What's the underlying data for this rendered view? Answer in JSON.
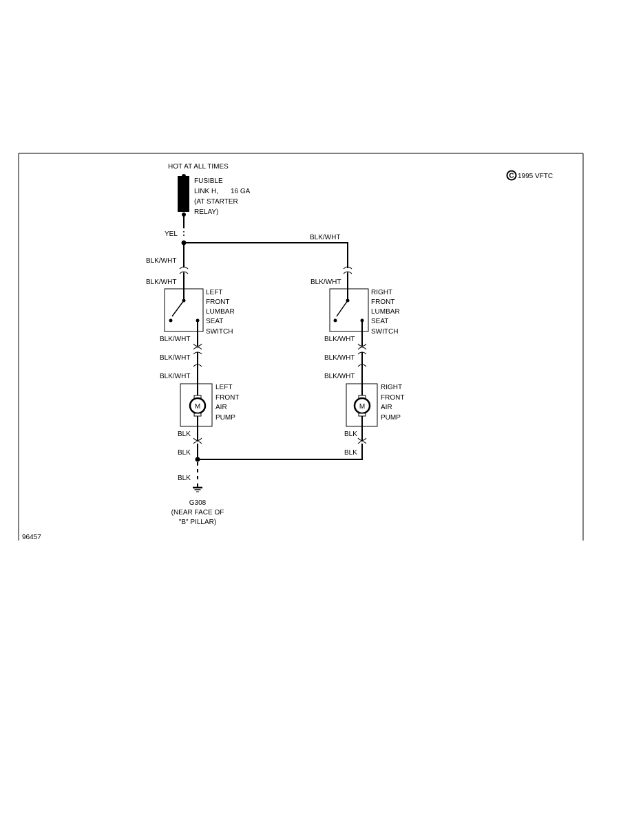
{
  "copyright": "1995 VFTC",
  "copyright_symbol": "C",
  "figure_id": "96457",
  "power": {
    "hot_label": "HOT AT ALL TIMES",
    "fusible_lines": [
      "FUSIBLE",
      "LINK H,",
      "(AT STARTER",
      "RELAY)"
    ],
    "gauge": "16 GA",
    "wire_out": "YEL"
  },
  "wires": {
    "bus_label": "BLK/WHT",
    "left_to_switch": [
      "BLK/WHT",
      "BLK/WHT"
    ],
    "right_to_switch": "BLK/WHT",
    "left_switch_out": "BLK/WHT",
    "left_pump_in": [
      "BLK/WHT",
      "BLK/WHT"
    ],
    "right_switch_out": "BLK/WHT",
    "right_pump_in": [
      "BLK/WHT",
      "BLK/WHT"
    ],
    "left_ground": [
      "BLK",
      "BLK",
      "BLK"
    ],
    "right_ground": [
      "BLK",
      "BLK"
    ]
  },
  "left_switch": {
    "lines": [
      "LEFT",
      "FRONT",
      "LUMBAR",
      "SEAT",
      "SWITCH"
    ]
  },
  "right_switch": {
    "lines": [
      "RIGHT",
      "FRONT",
      "LUMBAR",
      "SEAT",
      "SWITCH"
    ]
  },
  "left_pump": {
    "symbol": "M",
    "lines": [
      "LEFT",
      "FRONT",
      "AIR",
      "PUMP"
    ]
  },
  "right_pump": {
    "symbol": "M",
    "lines": [
      "RIGHT",
      "FRONT",
      "AIR",
      "PUMP"
    ]
  },
  "ground": {
    "lines": [
      "G308",
      "(NEAR FACE OF",
      "\"B\" PILLAR)"
    ]
  }
}
